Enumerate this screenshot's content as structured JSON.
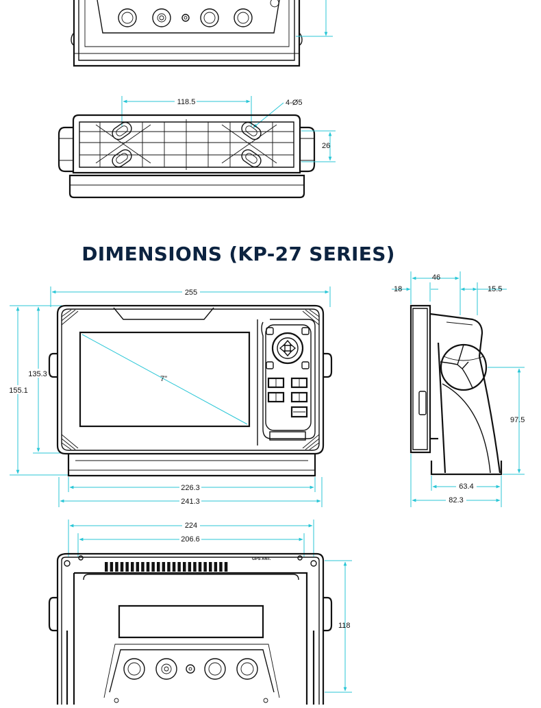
{
  "section_title": "DIMENSIONS (KP-27 SERIES)",
  "top_back_view": {
    "hole_spacing": "118.5",
    "hole_spec": "4-Ø5",
    "hole_vertical": "26"
  },
  "front_view": {
    "width": "255",
    "height_total": "155.1",
    "height_screen": "135.3",
    "diagonal": "7\"",
    "width_bracket": "226.3",
    "width_body": "241.3"
  },
  "side_view": {
    "depth_a": "46",
    "bezel": "18",
    "knob": "15.5",
    "mount_height": "97.5",
    "base_a": "63.4",
    "base_b": "82.3"
  },
  "rear_view": {
    "width_outer": "224",
    "width_inner": "206.6",
    "height": "118",
    "antenna_label": "GPS ANT."
  }
}
